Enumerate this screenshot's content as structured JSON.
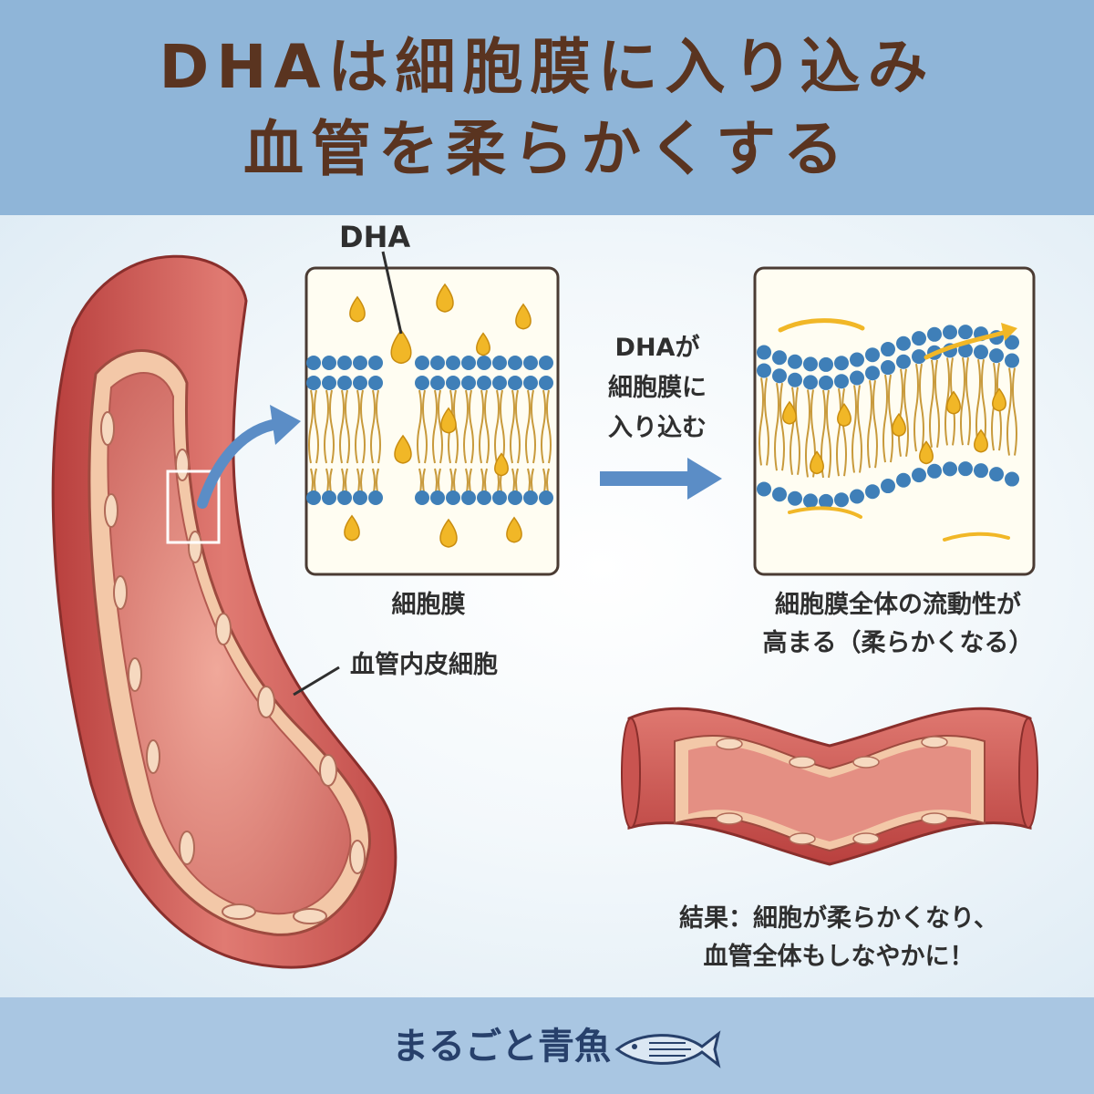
{
  "header": {
    "title_line1": "DHAは細胞膜に入り込み",
    "title_line2": "血管を柔らかくする"
  },
  "labels": {
    "dha": "DHA",
    "process_line1": "DHAが",
    "process_line2": "細胞膜に",
    "process_line3": "入り込む",
    "cell_membrane": "細胞膜",
    "endothelial_cells": "血管内皮細胞",
    "fluidity_line1": "細胞膜全体の流動性が",
    "fluidity_line2": "高まる（柔らかくなる）",
    "result_line1": "結果：細胞が柔らかくなり、",
    "result_line2": "血管全体もしなやかに！"
  },
  "footer": {
    "brand": "まるごと青魚",
    "logo_icon": "fish-icon"
  },
  "colors": {
    "header_bg": "#8fb5d8",
    "title_text": "#5a3420",
    "vessel_red": "#d8605c",
    "lipid_blue": "#3f7fb8",
    "dha_gold": "#f1b727",
    "arrow_blue": "#5b8dc6",
    "footer_bg": "#a9c6e2",
    "brand_text": "#27406b"
  }
}
